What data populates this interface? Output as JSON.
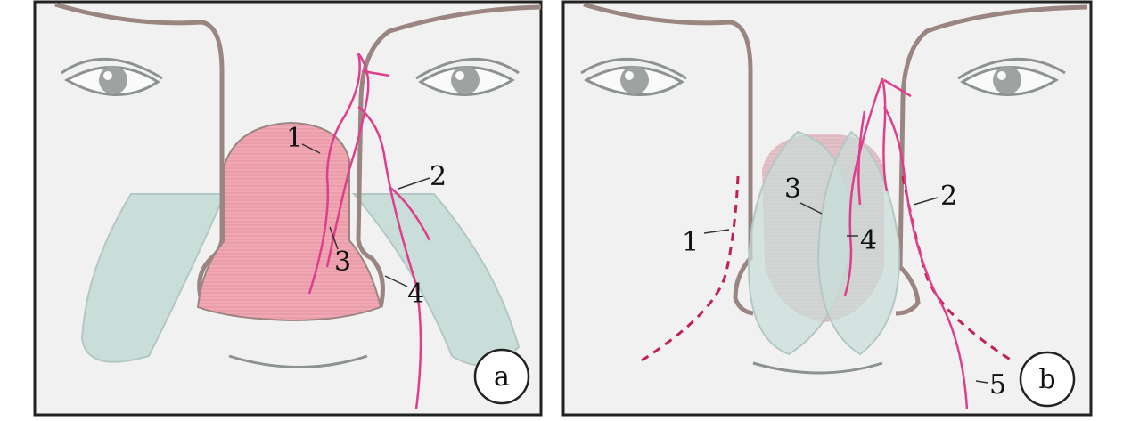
{
  "colors": {
    "background": "#f1f1f1",
    "frame": "#222222",
    "skin_outline": "#9a8581",
    "flap": "#f0a9b4",
    "vessel": "#de3e8c",
    "cartilage": "#c9ddd9",
    "cartilage_edge": "#b3c8c4",
    "incision": "#c3204f",
    "eye_line": "#8c928f"
  },
  "panels": [
    {
      "badge": "a",
      "labels": [
        "1",
        "2",
        "3",
        "4"
      ]
    },
    {
      "badge": "b",
      "labels": [
        "1",
        "2",
        "3",
        "4",
        "5"
      ]
    }
  ]
}
